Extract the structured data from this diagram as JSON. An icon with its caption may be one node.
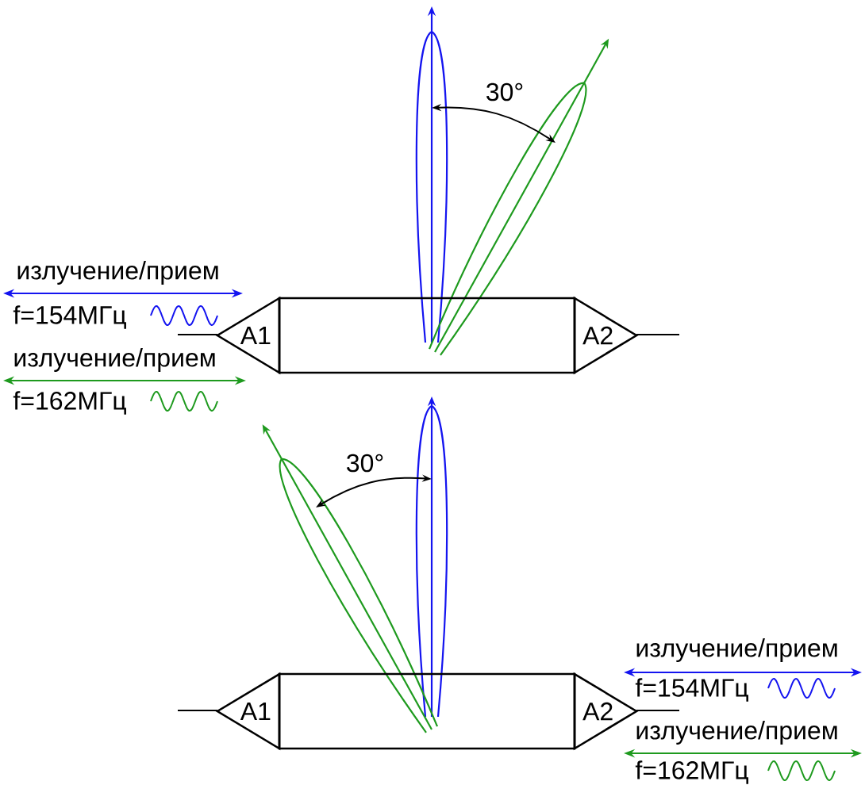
{
  "diagram": {
    "nodes": [
      {
        "text": [],
        "shape": "box"
      },
      {
        "text": [
          "A1"
        ]
      },
      {
        "text": [
          "A2"
        ]
      },
      {
        "text": [],
        "shape": "box"
      },
      {
        "text": [
          "A1"
        ]
      },
      {
        "text": [
          "A2"
        ]
      }
    ],
    "labels": [
      "30°",
      "излучение/прием",
      "f=154МГц",
      "излучение/прием",
      "f=162МГц",
      "30°",
      "излучение/прием",
      "f=154МГц",
      "излучение/прием",
      "f=162МГц"
    ]
  }
}
